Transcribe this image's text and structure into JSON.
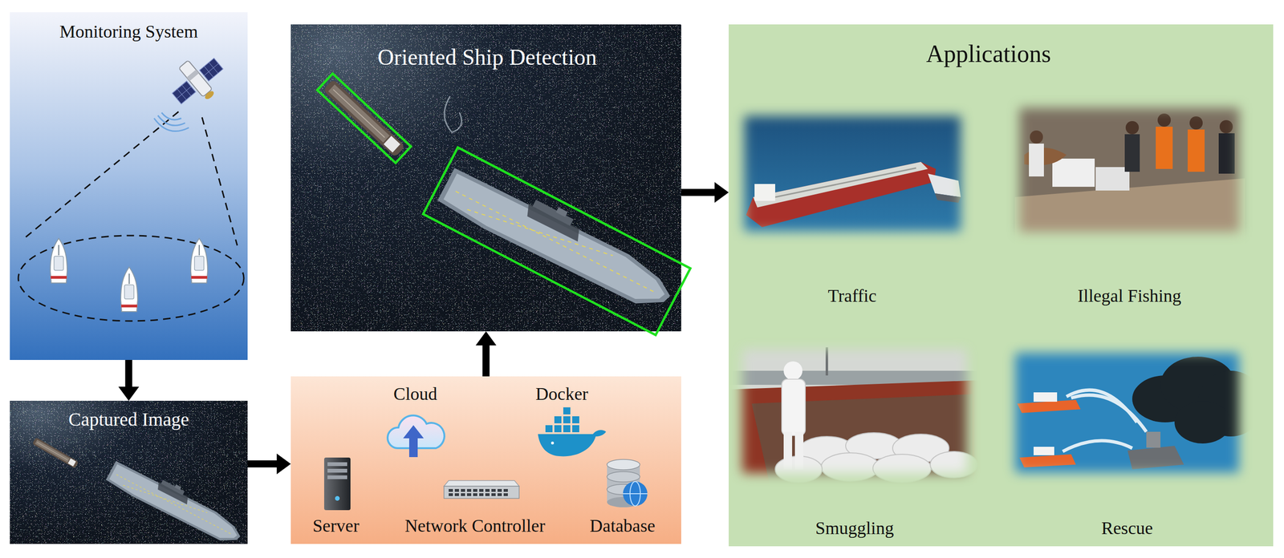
{
  "diagram": {
    "nodes": [
      {
        "text": [
          "Monitoring System"
        ]
      },
      {
        "text": [
          "Captured Image"
        ]
      },
      {
        "text": [
          "Cloud",
          "Docker",
          "Server",
          "Network Controller",
          "Database"
        ]
      },
      {
        "text": [
          "Oriented Ship Detection"
        ]
      },
      {
        "text": [
          "Applications"
        ]
      },
      {
        "text": [
          "Traffic"
        ],
        "in": 4
      },
      {
        "text": [
          "Illegal Fishing"
        ],
        "in": 4
      },
      {
        "text": [
          "Smuggling"
        ],
        "in": 4
      },
      {
        "text": [
          "Rescue"
        ],
        "in": 4
      }
    ],
    "edges": [
      {
        "from": 0,
        "to": 1,
        "arrow": "to"
      },
      {
        "from": 1,
        "to": 2,
        "arrow": "to"
      },
      {
        "from": 2,
        "to": 3,
        "arrow": "to"
      },
      {
        "from": 3,
        "to": 4,
        "arrow": "to"
      }
    ]
  }
}
